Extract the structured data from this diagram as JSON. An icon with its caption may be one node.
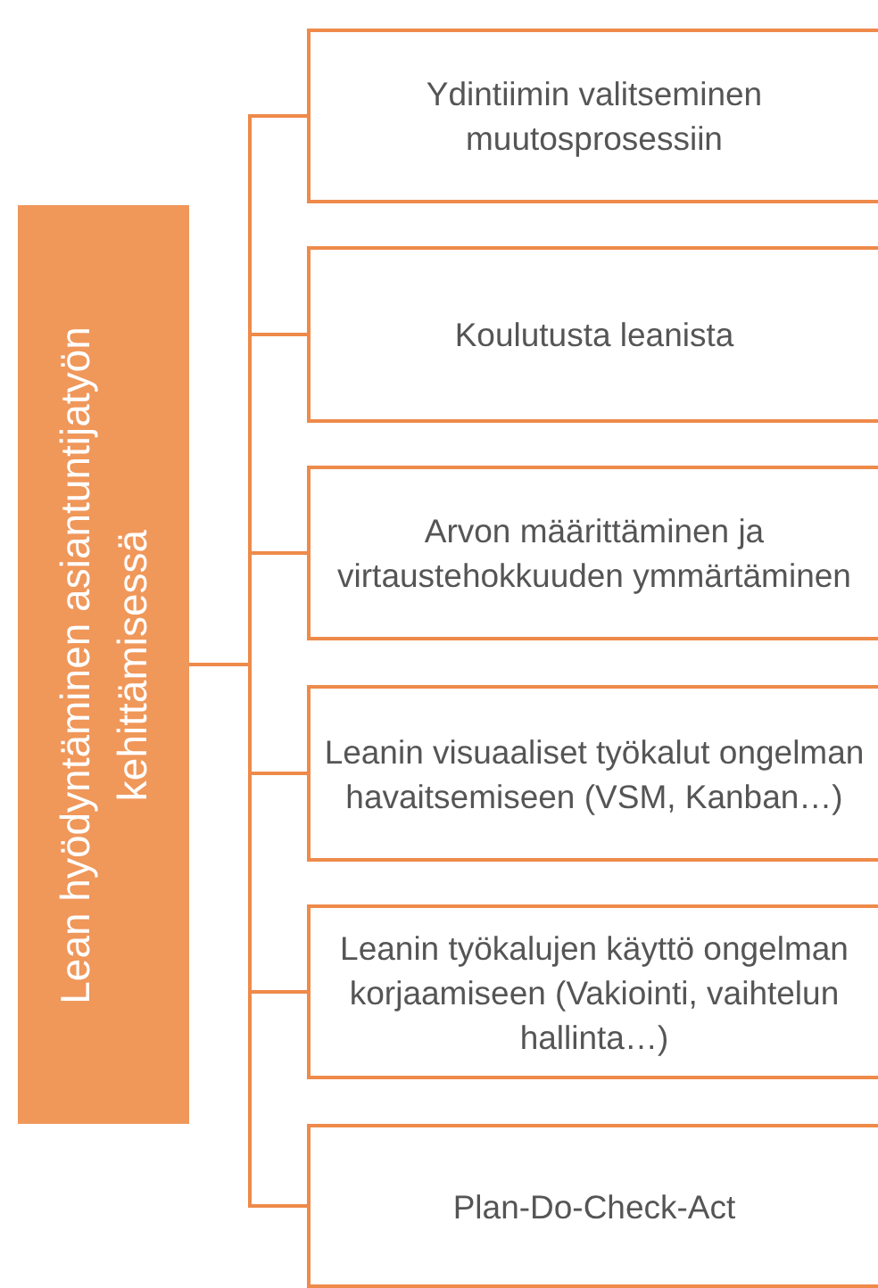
{
  "diagram": {
    "nodes": [
      {
        "text": [
          "Lean hyödyntäminen asiantuntijatyön kehittämisessä"
        ]
      },
      {
        "text": [
          "Ydintiimin valitseminen muutosprosessiin"
        ]
      },
      {
        "text": [
          "Koulutusta leanista"
        ]
      },
      {
        "text": [
          "Arvon määrittäminen ja virtaustehokkuuden ymmärtäminen"
        ]
      },
      {
        "text": [
          "Leanin visuaaliset työkalut ongelman havaitsemiseen (VSM, Kanban…)"
        ]
      },
      {
        "text": [
          "Leanin työkalujen käyttö ongelman korjaamiseen (Vakiointi, vaihtelun hallinta…)"
        ]
      },
      {
        "text": [
          "Plan-Do-Check-Act"
        ]
      }
    ],
    "edges": [
      {
        "from": 0,
        "to": 1,
        "arrow": "none"
      },
      {
        "from": 0,
        "to": 2,
        "arrow": "none"
      },
      {
        "from": 0,
        "to": 3,
        "arrow": "none"
      },
      {
        "from": 0,
        "to": 4,
        "arrow": "none"
      },
      {
        "from": 0,
        "to": 5,
        "arrow": "none"
      },
      {
        "from": 0,
        "to": 6,
        "arrow": "none"
      }
    ]
  }
}
